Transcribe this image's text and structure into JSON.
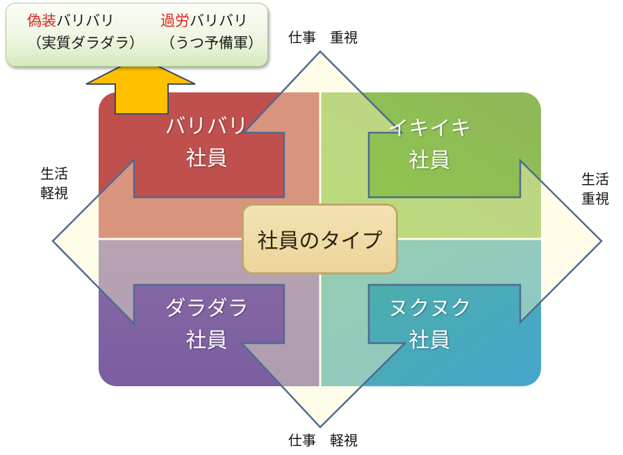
{
  "callout": {
    "left": {
      "red": "偽装",
      "rest": "バリバリ",
      "sub": "（実質ダラダラ）"
    },
    "right": {
      "red": "過労",
      "rest": "バリバリ",
      "sub": "（うつ予備軍）"
    }
  },
  "quadrants": {
    "top_left": {
      "line1": "バリバリ",
      "line2": "社員",
      "color": "#c0504d"
    },
    "top_right": {
      "line1": "イキイキ",
      "line2": "社員",
      "color": "#9bbb59"
    },
    "bottom_left": {
      "line1": "ダラダラ",
      "line2": "社員",
      "color": "#8064a2"
    },
    "bottom_right": {
      "line1": "ヌクヌク",
      "line2": "社員",
      "color": "#4bacc6"
    }
  },
  "center_label": "社員のタイプ",
  "axes": {
    "top": "仕事　重視",
    "bottom": "仕事　軽視",
    "left_line1": "生活",
    "left_line2": "軽視",
    "right_line1": "生活",
    "right_line2": "重視"
  },
  "colors": {
    "up_arrow": "#ffc000",
    "diamond_fill": "#fffbc8",
    "diamond_stroke": "#4f6a8f"
  }
}
